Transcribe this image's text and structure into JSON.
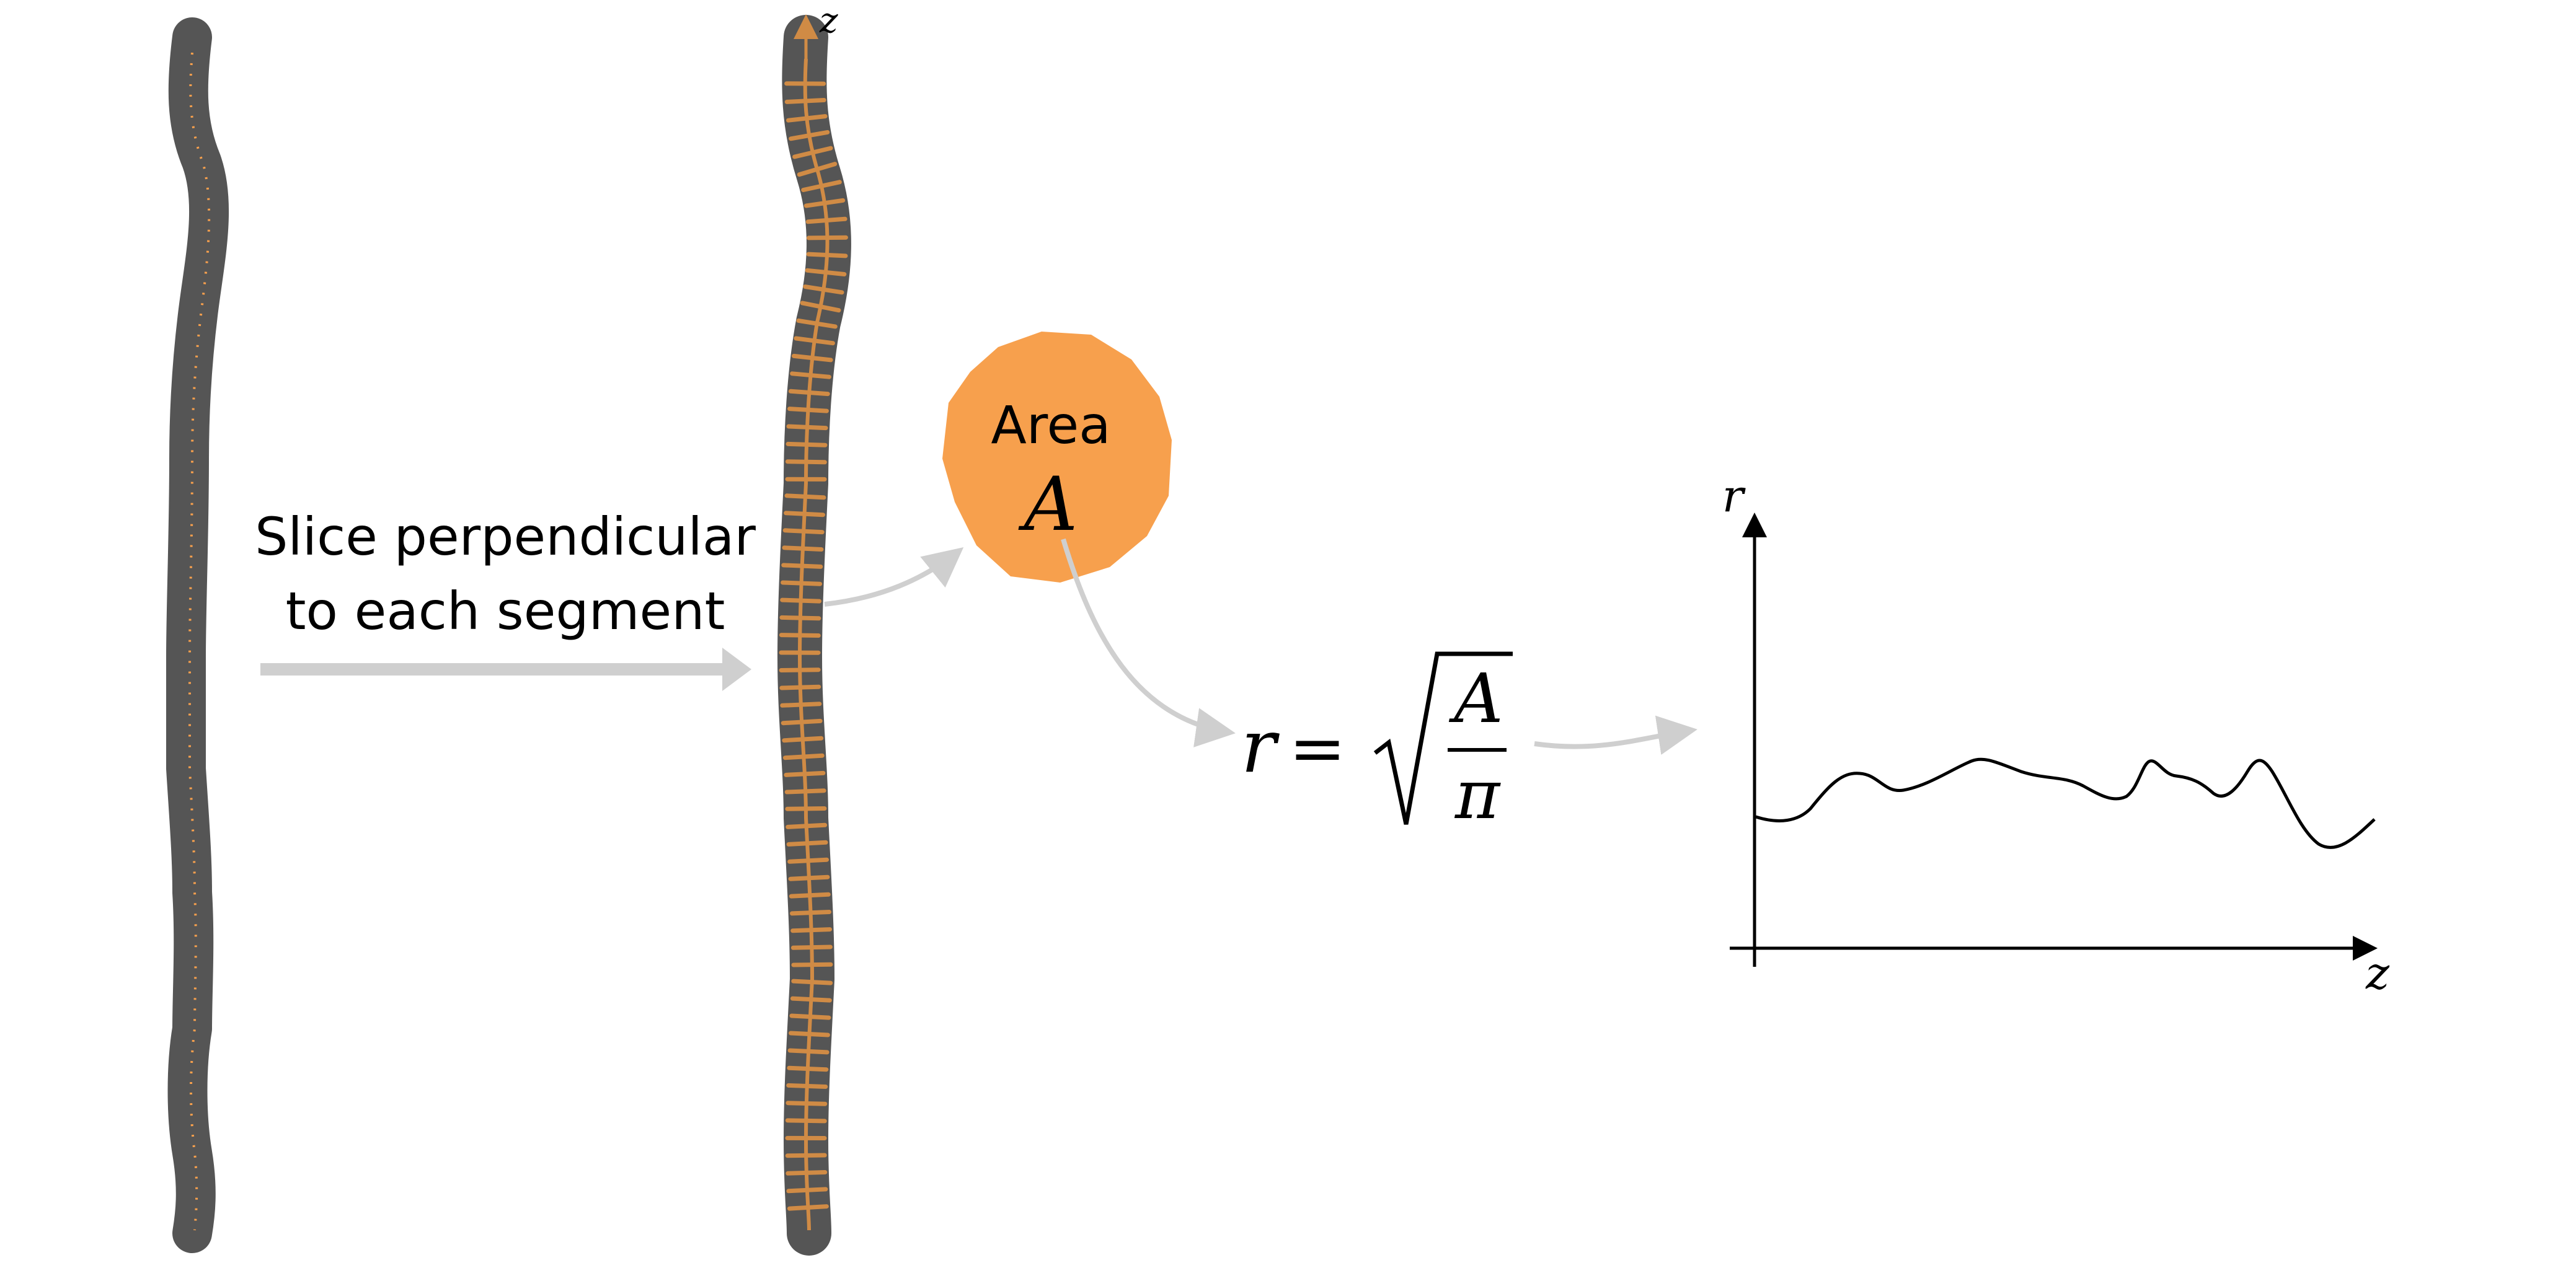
{
  "caption": {
    "line1": "Slice perpendicular",
    "line2": "to each segment"
  },
  "blob": {
    "label": "Area",
    "symbol": "A"
  },
  "formula": {
    "lhs": "r",
    "equals": "=",
    "numerator": "A",
    "denominator": "π"
  },
  "fiber_axis_label": "z",
  "plot": {
    "y_axis_label": "r",
    "x_axis_label": "z"
  },
  "colors": {
    "fiber": "#555555",
    "accent": "#f7a04d",
    "slice": "#d08b45",
    "arrow": "#cfcfcf",
    "ink": "#000000"
  }
}
